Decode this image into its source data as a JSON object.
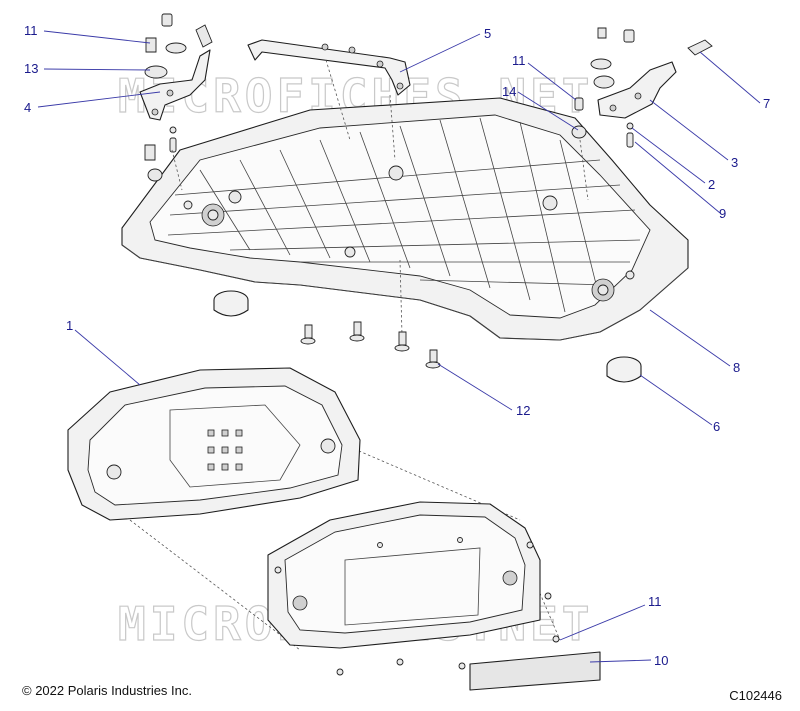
{
  "watermark": "MICROFICHES.NET",
  "copyright": "© 2022 Polaris Industries Inc.",
  "figure_id": "C102446",
  "callouts": {
    "c1": "1",
    "c2": "2",
    "c3": "3",
    "c4": "4",
    "c5": "5",
    "c6": "6",
    "c7": "7",
    "c8": "8",
    "c9": "9",
    "c10": "10",
    "c11_left": "11",
    "c11_mid": "11",
    "c11_right": "11",
    "c12": "12",
    "c13": "13",
    "c14": "14"
  }
}
